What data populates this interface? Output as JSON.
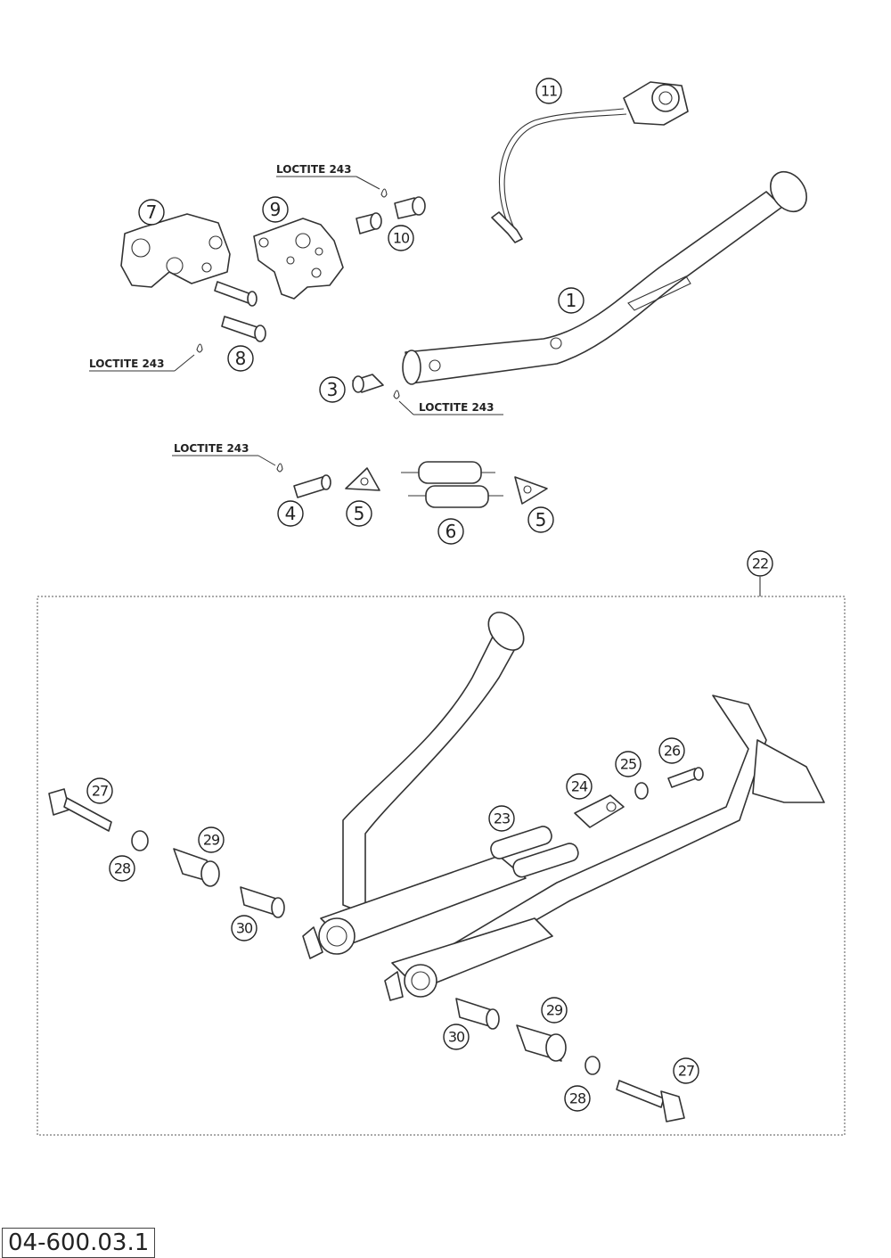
{
  "callouts": {
    "c1": "1",
    "c3": "3",
    "c4": "4",
    "c5a": "5",
    "c5b": "5",
    "c6": "6",
    "c7": "7",
    "c8": "8",
    "c9": "9",
    "c10": "10",
    "c11": "11",
    "c22": "22",
    "c23": "23",
    "c24": "24",
    "c25": "25",
    "c26": "26",
    "c27a": "27",
    "c27b": "27",
    "c28a": "28",
    "c28b": "28",
    "c29a": "29",
    "c29b": "29",
    "c30a": "30",
    "c30b": "30"
  },
  "loctite": {
    "upper": "LOCTITE 243",
    "left": "LOCTITE 243",
    "middle": "LOCTITE 243",
    "lower": "LOCTITE 243"
  },
  "drawing_number": "04-600.03.1"
}
